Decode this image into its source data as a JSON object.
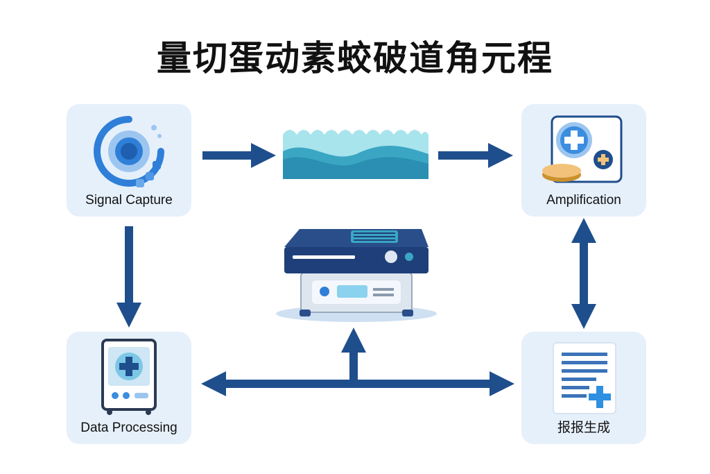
{
  "title": "量切蛋动素蛟破道角元程",
  "nodes": {
    "signal_capture": {
      "label": "Signal Capture",
      "icon": "target-ring-icon"
    },
    "amplification": {
      "label": "Amplification",
      "icon": "medical-cross-panel-icon"
    },
    "data_processing": {
      "label": "Data Processing",
      "icon": "monitor-cross-icon"
    },
    "report": {
      "label": "报报生成",
      "icon": "document-cross-icon"
    }
  },
  "center": {
    "icon": "server-device-icon"
  },
  "waveform": {
    "icon": "waveform-icon"
  },
  "colors": {
    "arrow": "#1f4e8c",
    "card_bg": "#e6f0fb",
    "accent": "#2f7fd8",
    "teal": "#3aa6c4"
  }
}
